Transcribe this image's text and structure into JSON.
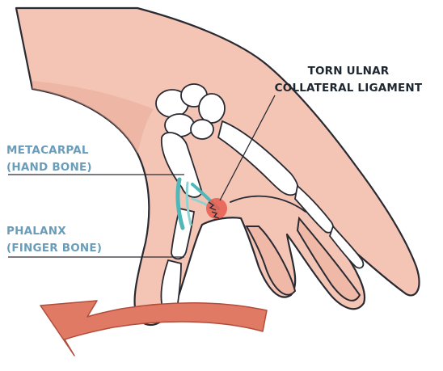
{
  "labels": {
    "torn_ligament": [
      "TORN ULNAR",
      "COLLATERAL LIGAMENT"
    ],
    "metacarpal": [
      "METACARPAL",
      "(HAND BONE)"
    ],
    "phalanx": [
      "PHALANX",
      "(FINGER BONE)"
    ]
  },
  "colors": {
    "skin": "#f4c5b5",
    "skin_shadow": "#eaa996",
    "outline": "#2a2a33",
    "bone": "#ffffff",
    "ligament": "#4fb7b7",
    "injury": "#e55a4e",
    "arrow": "#e07a65",
    "label_blue": "#6a9dba",
    "label_dark": "#1e2630"
  }
}
